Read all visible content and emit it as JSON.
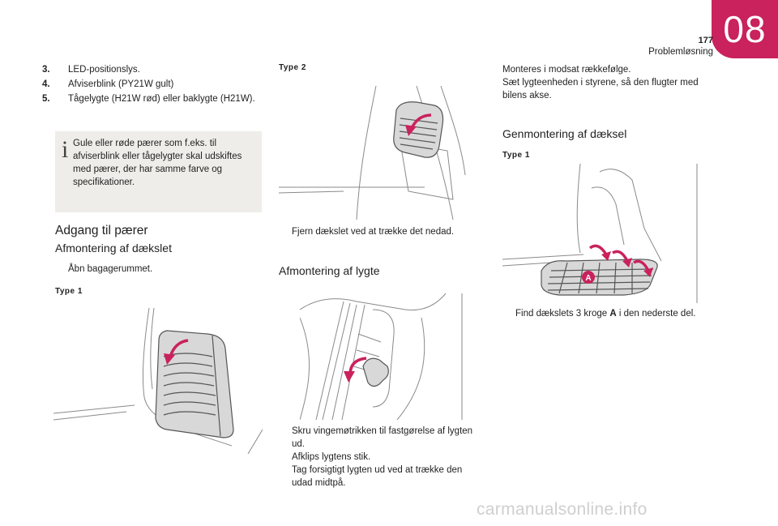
{
  "header": {
    "chapter_number": "08",
    "page_number": "177",
    "chapter_name": "Problemløsning"
  },
  "left": {
    "list": [
      {
        "num": "3.",
        "text": "LED-positionslys."
      },
      {
        "num": "4.",
        "text": "Afviserblink (PY21W gult)"
      },
      {
        "num": "5.",
        "text": "Tågelygte (H21W rød) eller baklygte (H21W)."
      }
    ],
    "note": "Gule eller røde pærer som f.eks. til afviserblink eller tågelygter skal udskiftes med pærer, der har samme farve og specifikationer.",
    "heading": "Adgang til pærer",
    "subheading": "Afmontering af dækslet",
    "step": "Åbn bagagerummet.",
    "type_label": "Type 1"
  },
  "middle": {
    "type_label": "Type 2",
    "step1": "Fjern dækslet ved at trække det nedad.",
    "heading": "Afmontering af lygte",
    "steps": [
      "Skru vingemøtrikken til fastgørelse af lygten ud.",
      "Afklips lygtens stik.",
      "Tag forsigtigt lygten ud ved at trække den udad midtpå."
    ]
  },
  "right": {
    "intro_line1": "Monteres i modsat rækkefølge.",
    "intro_line2": "Sæt lygteenheden i styrene, så den flugter med bilens akse.",
    "heading": "Genmontering af dæksel",
    "type_label": "Type 1",
    "callout_letter": "A",
    "step_prefix": "Find dækslets 3 kroge ",
    "step_bold": "A",
    "step_suffix": " i den nederste del."
  },
  "bullet_glyph": "",
  "footer": "carmanualsonline.info",
  "colors": {
    "accent": "#c9225d",
    "note_bg": "#efedea",
    "footer": "#cfcfcf"
  }
}
